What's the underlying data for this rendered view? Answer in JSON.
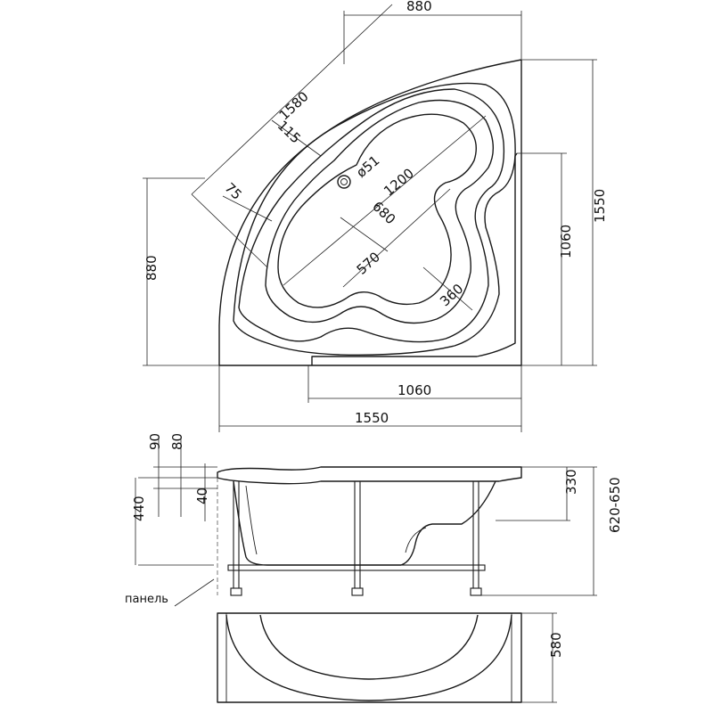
{
  "plan_view": {
    "dims": {
      "top_width": "880",
      "diagonal_outer": "1580",
      "rim_width": "115",
      "drain_diameter": "ø51",
      "bowl_length": "1200",
      "bowl_width": "680",
      "bottom_length": "570",
      "lobe_width": "360",
      "left_rim": "75",
      "left_height": "880",
      "inner_height": "1060",
      "total_height": "1550",
      "inner_width": "1060",
      "total_width": "1550"
    }
  },
  "side_view": {
    "dims": {
      "top_90": "90",
      "top_80": "80",
      "seat_40": "40",
      "depth_440": "440",
      "rim_330": "330",
      "height_range": "620-650"
    },
    "panel_label": "панель"
  },
  "panel_view": {
    "dims": {
      "height": "580"
    }
  }
}
